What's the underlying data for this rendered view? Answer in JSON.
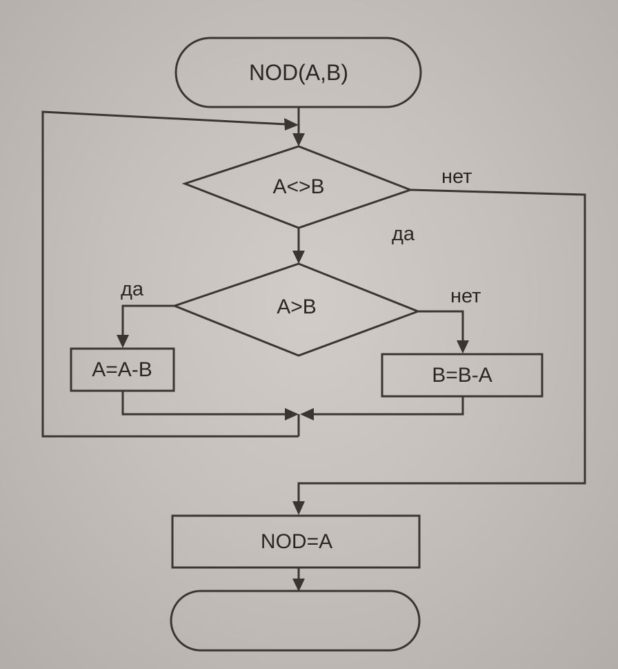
{
  "flowchart": {
    "start_label": "NOD(A,B)",
    "condition1": "A<>B",
    "condition1_no": "нет",
    "condition1_yes": "да",
    "condition2": "A>B",
    "condition2_yes": "да",
    "condition2_no": "нет",
    "process_left": "A=A-B",
    "process_right": "B=B-A",
    "result": "NOD=A",
    "end_label": ""
  }
}
